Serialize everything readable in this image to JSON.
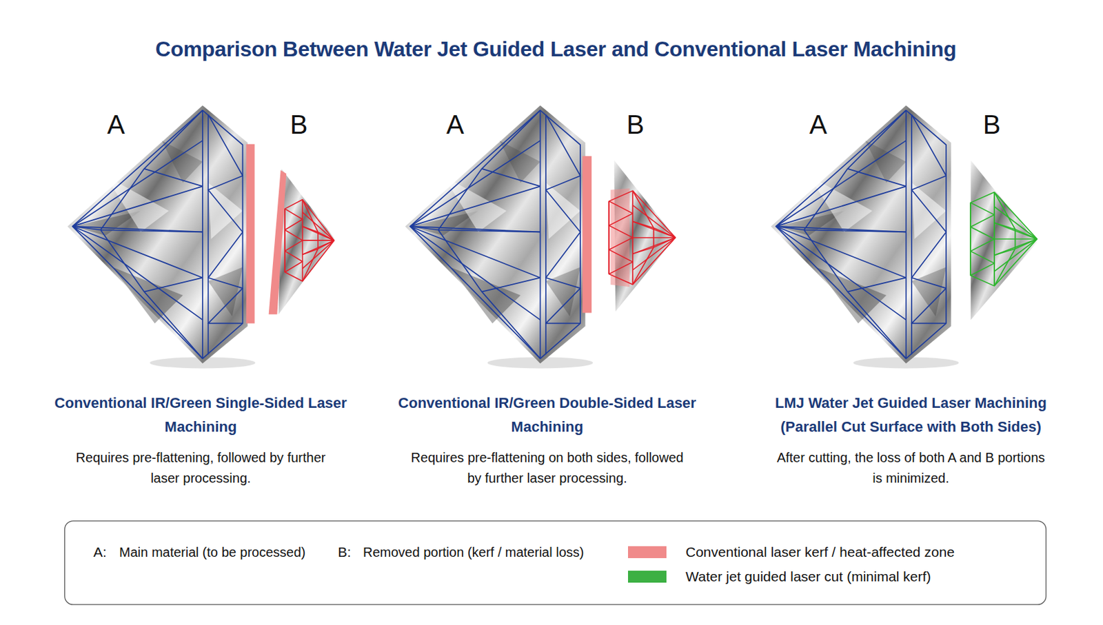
{
  "diagram": {
    "title": "Comparison Between Water Jet Guided Laser and Conventional Laser Machining",
    "labels": [
      "A",
      "B",
      "Conventional IR/Green Single-Sided Laser Machining",
      "Requires pre-flattening, followed by further laser processing.",
      "A",
      "B",
      "Conventional IR/Green Double-Sided Laser Machining",
      "Requires pre-flattening on both sides, followed by further laser processing.",
      "A",
      "B",
      "LMJ Water Jet Guided Laser Machining (Parallel Cut Surface with Both Sides)",
      "After cutting, the loss of both A and B portions is minimized.",
      "A:",
      "Main material (to be processed)",
      "B:",
      "Removed portion (kerf / material loss)"
    ],
    "legend": [
      {
        "text": "Conventional laser kerf / heat-affected zone",
        "color": "#f08a8a"
      },
      {
        "text": "Water jet guided laser cut (minimal kerf)",
        "color": "#3cb043"
      }
    ]
  }
}
